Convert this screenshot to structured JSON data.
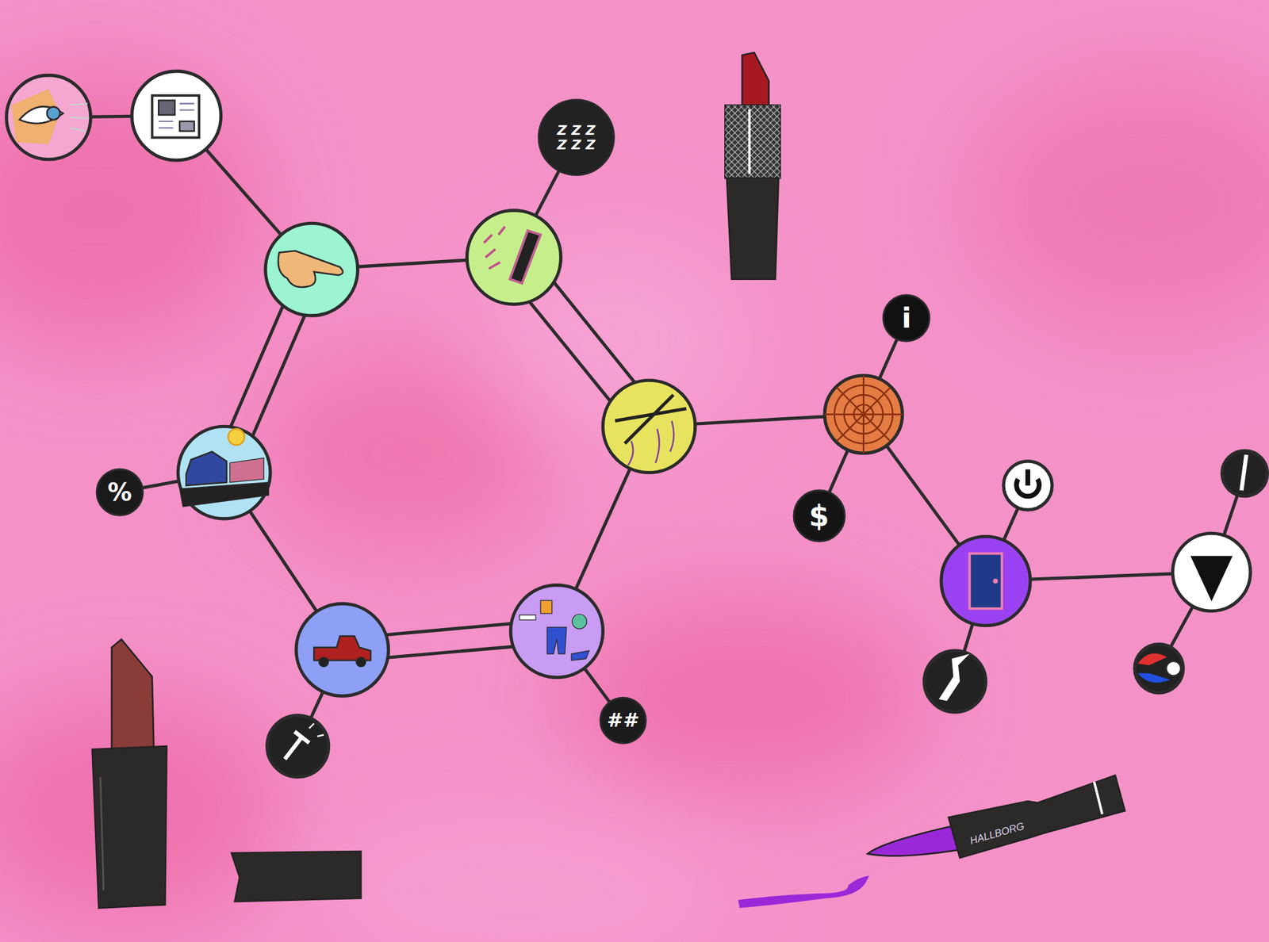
{
  "diagram": {
    "nodes": [
      {
        "text": [
          "Z Z Z Z Z Z"
        ]
      },
      {
        "text": [
          "i"
        ]
      },
      {
        "text": [
          "%"
        ]
      },
      {
        "text": [
          "$"
        ]
      },
      {
        "text": [
          "##"
        ]
      }
    ],
    "labels": [
      "HALLBORG"
    ]
  }
}
